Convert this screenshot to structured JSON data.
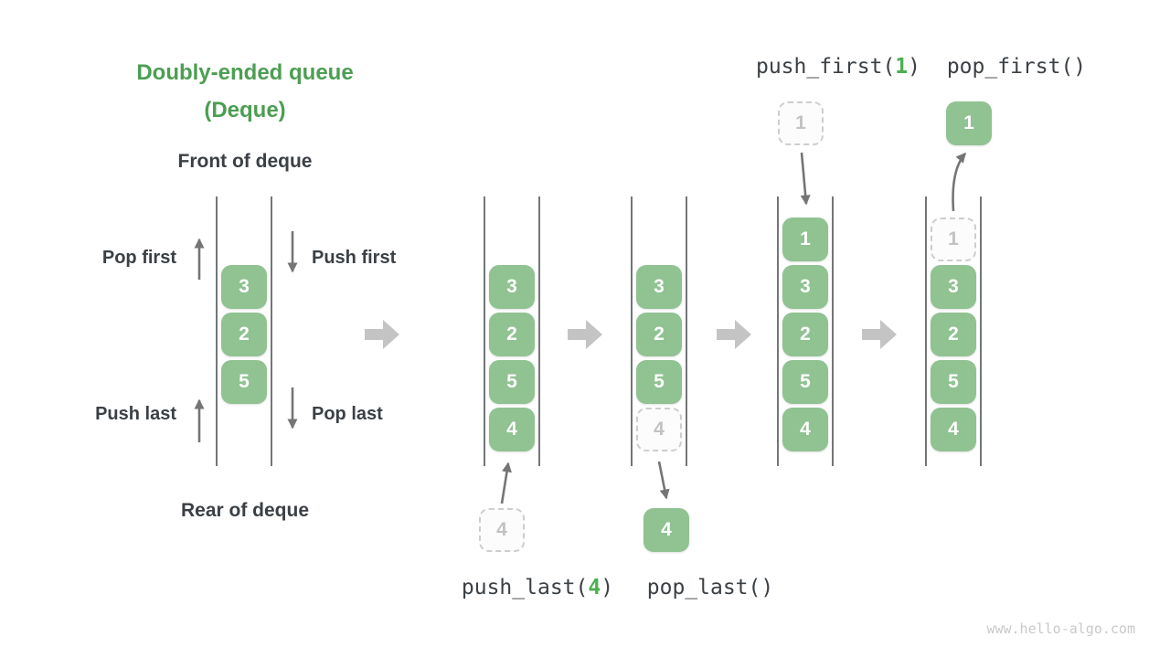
{
  "title": {
    "line1": "Doubly-ended queue",
    "line2": "(Deque)"
  },
  "concept_deque": {
    "front_label": "Front of deque",
    "rear_label": "Rear of deque",
    "op_labels": {
      "pop_first": "Pop first",
      "push_first": "Push first",
      "push_last": "Push last",
      "pop_last": "Pop last"
    },
    "cells": [
      {
        "value": "3",
        "ghost": false
      },
      {
        "value": "2",
        "ghost": false
      },
      {
        "value": "5",
        "ghost": false
      }
    ]
  },
  "operations": {
    "push_last": {
      "prefix": "push_last(",
      "arg": "4",
      "suffix": ")"
    },
    "pop_last": {
      "label": "pop_last()"
    },
    "push_first": {
      "prefix": "push_first(",
      "arg": "1",
      "suffix": ")"
    },
    "pop_first": {
      "label": "pop_first()"
    }
  },
  "states": [
    {
      "cells": [
        {
          "value": "3",
          "ghost": false
        },
        {
          "value": "2",
          "ghost": false
        },
        {
          "value": "5",
          "ghost": false
        },
        {
          "value": "4",
          "ghost": false
        }
      ],
      "incoming": {
        "value": "4",
        "ghost": true
      }
    },
    {
      "cells": [
        {
          "value": "3",
          "ghost": false
        },
        {
          "value": "2",
          "ghost": false
        },
        {
          "value": "5",
          "ghost": false
        },
        {
          "value": "4",
          "ghost": true
        }
      ],
      "outgoing": {
        "value": "4",
        "ghost": false
      }
    },
    {
      "cells": [
        {
          "value": "1",
          "ghost": false
        },
        {
          "value": "3",
          "ghost": false
        },
        {
          "value": "2",
          "ghost": false
        },
        {
          "value": "5",
          "ghost": false
        },
        {
          "value": "4",
          "ghost": false
        }
      ],
      "incoming": {
        "value": "1",
        "ghost": true
      }
    },
    {
      "cells": [
        {
          "value": "1",
          "ghost": true
        },
        {
          "value": "3",
          "ghost": false
        },
        {
          "value": "2",
          "ghost": false
        },
        {
          "value": "5",
          "ghost": false
        },
        {
          "value": "4",
          "ghost": false
        }
      ],
      "outgoing": {
        "value": "1",
        "ghost": false
      }
    }
  ],
  "colors": {
    "accent_green": "#4c9e52",
    "cell_green": "#90c292",
    "code_green": "#4caf50",
    "text_dark": "#3b4045",
    "arrow_gray": "#757575",
    "block_arrow": "#c4c4c4",
    "wall_gray": "#505357",
    "ghost_border": "#cdcdcd",
    "ghost_text": "#c2c2c2",
    "ghost_bg": "#fcfcfc",
    "watermark_gray": "#c9c9c9"
  },
  "watermark": "www.hello-algo.com"
}
